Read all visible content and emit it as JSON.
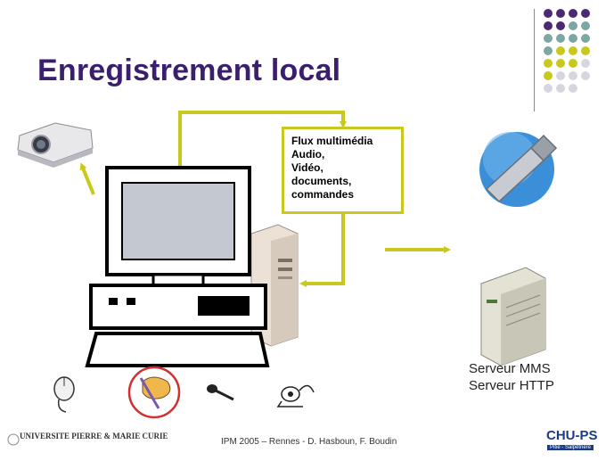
{
  "slide": {
    "title": "Enregistrement local",
    "flux_box": {
      "lines": [
        "Flux multimédia",
        "Audio,",
        "Vidéo,",
        "documents,",
        "commandes"
      ]
    },
    "server_labels": [
      "Serveur MMS",
      "Serveur HTTP"
    ],
    "footer": "IPM 2005 – Rennes - D. Hasboun, F. Boudin",
    "logos": {
      "university": {
        "name": "UNIVERSITE PIERRE & MARIE CURIE",
        "sub": ""
      },
      "chu": {
        "name": "CHU-PS",
        "sub": "Pitié - Salpêtrière"
      }
    },
    "colors": {
      "title": "#3a1f6e",
      "arrow": "#c8c81e",
      "dot_purple": "#4b2a73",
      "dot_teal": "#7da7a3",
      "dot_yellow": "#c8c81e",
      "dot_grey": "#d6d6e0",
      "highlight_circle": "#d03030"
    }
  }
}
